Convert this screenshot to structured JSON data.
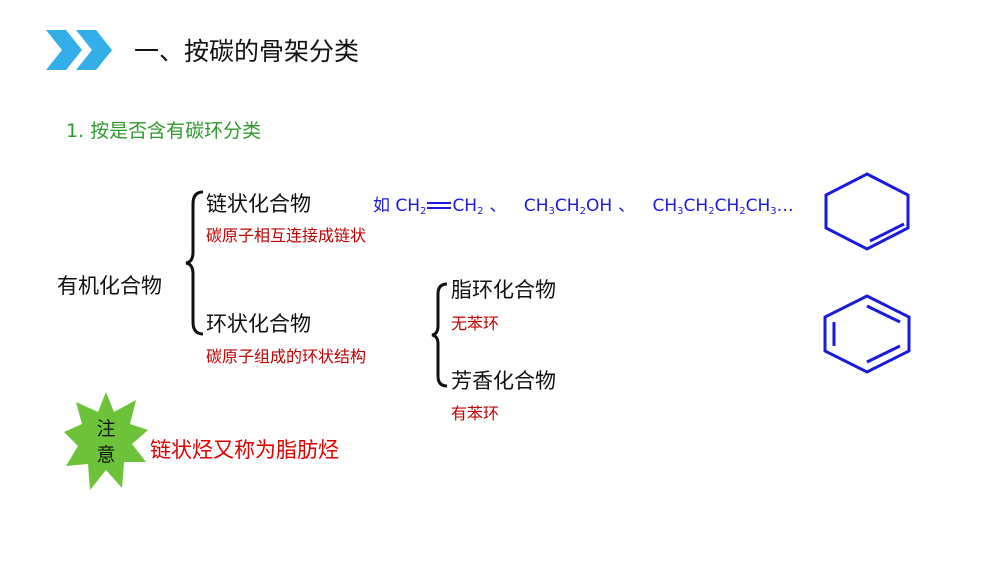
{
  "header": {
    "title": "一、按碳的骨架分类",
    "icon": "double-chevron-right-icon",
    "icon_color": "#33aee8"
  },
  "section": {
    "title": "1. 按是否含有碳环分类"
  },
  "tree": {
    "root": "有机化合物",
    "chain": {
      "label": "链状化合物",
      "desc": "碳原子相互连接成链状",
      "example_prefix": "如",
      "examples": {
        "e1a": "CH",
        "e1a_sub": "2",
        "e1b": "CH",
        "e1b_sub": "2",
        "sep1": "、",
        "e2a": "CH",
        "e2a_sub": "3",
        "e2b": "CH",
        "e2b_sub": "2",
        "e2c": "OH",
        "sep2": "、",
        "e3a": "CH",
        "e3a_sub": "3",
        "e3b": "CH",
        "e3b_sub": "2",
        "e3c": "CH",
        "e3c_sub": "2",
        "e3d": "CH",
        "e3d_sub": "3",
        "ellipsis": "…"
      }
    },
    "ring": {
      "label": "环状化合物",
      "desc": "碳原子组成的环状结构",
      "alicyclic": {
        "label": "脂环化合物",
        "desc": "无苯环"
      },
      "aromatic": {
        "label": "芳香化合物",
        "desc": "有苯环"
      }
    }
  },
  "attention": {
    "badge_line1": "注",
    "badge_line2": "意",
    "badge_color": "#6cc33a",
    "text": "链状烃又称为脂肪烃"
  },
  "colors": {
    "green": "#2e9a2e",
    "red": "#c00000",
    "blue": "#1a1adf"
  }
}
